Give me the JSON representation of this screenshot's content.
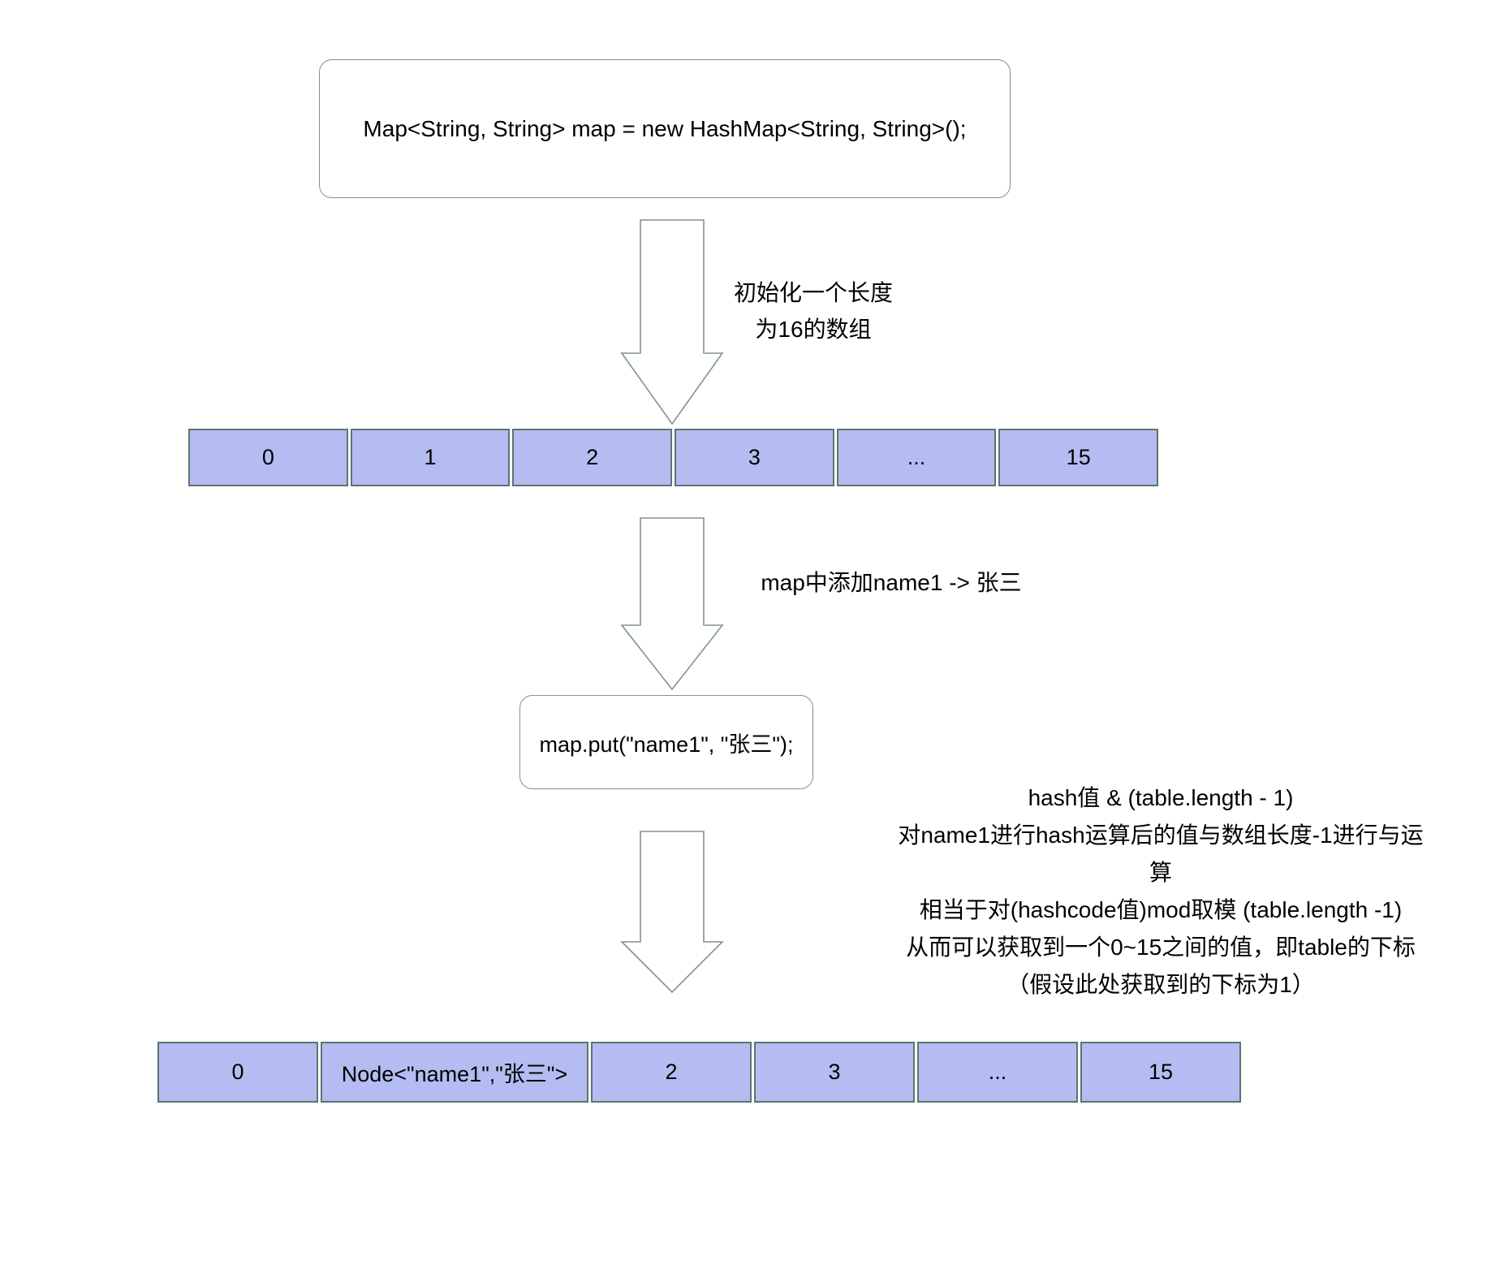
{
  "diagram": {
    "code_box_top": "Map<String, String> map = new HashMap<String, String>();",
    "step1_label_line1": "初始化一个长度",
    "step1_label_line2": "为16的数组",
    "array_initial_cells": [
      "0",
      "1",
      "2",
      "3",
      "...",
      "15"
    ],
    "step2_label": "map中添加name1 -> 张三",
    "code_box_put": "map.put(\"name1\", \"张三\");",
    "hash_note_lines": [
      "hash值 & (table.length - 1)",
      "对name1进行hash运算后的值与数组长度-1进行与运",
      "算",
      "相当于对(hashcode值)mod取模 (table.length -1)",
      "从而可以获取到一个0~15之间的值，即table的下标",
      "（假设此处获取到的下标为1）"
    ],
    "array_after_put_cells": [
      "0",
      "Node<\"name1\",\"张三\">",
      "2",
      "3",
      "...",
      "15"
    ],
    "colors": {
      "cell_fill": "#b4bcf1",
      "cell_border": "#5f736e",
      "shape_stroke": "#7f948e",
      "dash_color": "#a9aeae"
    }
  }
}
